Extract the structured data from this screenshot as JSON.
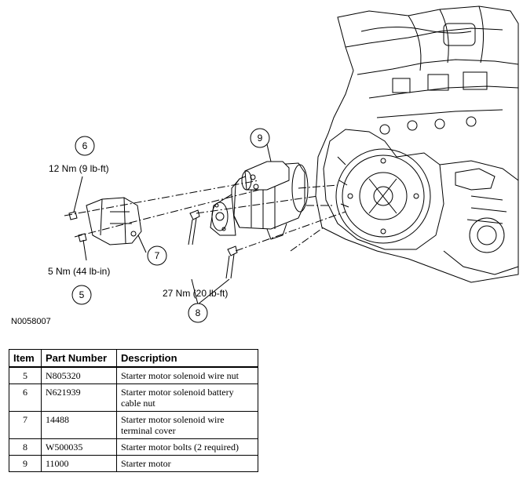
{
  "diagram": {
    "figure_id": "N0058007",
    "callouts": [
      {
        "number": "6",
        "torque": "12 Nm (9 lb-ft)"
      },
      {
        "number": "7",
        "torque": ""
      },
      {
        "number": "5",
        "torque": "5 Nm (44 lb-in)"
      },
      {
        "number": "8",
        "torque": "27 Nm (20 lb-ft)"
      },
      {
        "number": "9",
        "torque": ""
      }
    ]
  },
  "table": {
    "headers": [
      "Item",
      "Part Number",
      "Description"
    ],
    "rows": [
      {
        "item": "5",
        "part_number": "N805320",
        "description": "Starter motor solenoid wire nut"
      },
      {
        "item": "6",
        "part_number": "N621939",
        "description": "Starter motor solenoid battery cable nut"
      },
      {
        "item": "7",
        "part_number": "14488",
        "description": "Starter motor solenoid wire terminal cover"
      },
      {
        "item": "8",
        "part_number": "W500035",
        "description": "Starter motor bolts (2 required)"
      },
      {
        "item": "9",
        "part_number": "11000",
        "description": "Starter motor"
      }
    ]
  }
}
